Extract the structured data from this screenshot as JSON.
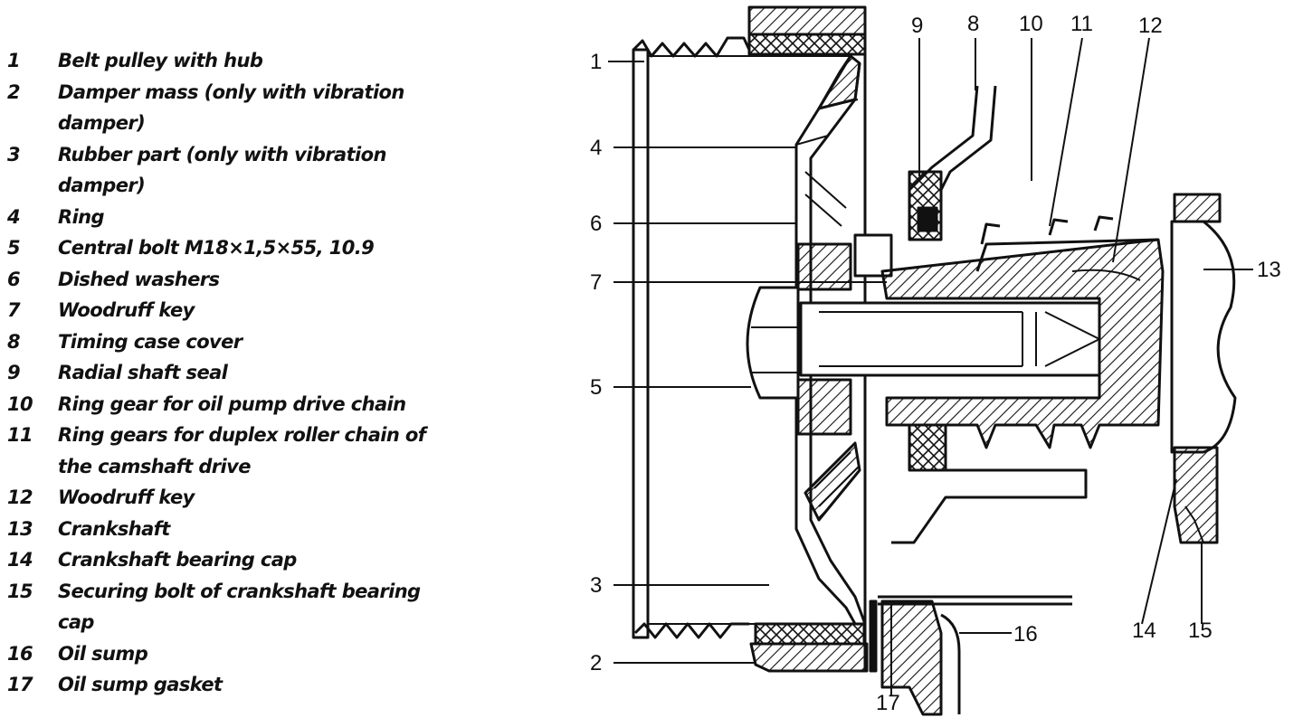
{
  "legend": [
    {
      "num": "1",
      "lines": [
        "Belt pulley with hub"
      ]
    },
    {
      "num": "2",
      "lines": [
        "Damper mass (only with vibration",
        "damper)"
      ]
    },
    {
      "num": "3",
      "lines": [
        "Rubber part (only with vibration",
        "damper)"
      ]
    },
    {
      "num": "4",
      "lines": [
        "Ring"
      ]
    },
    {
      "num": "5",
      "lines": [
        "Central bolt M18×1,5×55, 10.9"
      ]
    },
    {
      "num": "6",
      "lines": [
        "Dished washers"
      ]
    },
    {
      "num": "7",
      "lines": [
        "Woodruff key"
      ]
    },
    {
      "num": "8",
      "lines": [
        "Timing case cover"
      ]
    },
    {
      "num": "9",
      "lines": [
        "Radial shaft seal"
      ]
    },
    {
      "num": "10",
      "lines": [
        "Ring gear for oil pump drive chain"
      ]
    },
    {
      "num": "11",
      "lines": [
        "Ring gears for duplex roller chain of",
        "the camshaft drive"
      ]
    },
    {
      "num": "12",
      "lines": [
        "Woodruff key"
      ]
    },
    {
      "num": "13",
      "lines": [
        "Crankshaft"
      ]
    },
    {
      "num": "14",
      "lines": [
        "Crankshaft bearing cap"
      ]
    },
    {
      "num": "15",
      "lines": [
        "Securing bolt of crankshaft bearing",
        "cap"
      ]
    },
    {
      "num": "16",
      "lines": [
        "Oil sump"
      ]
    },
    {
      "num": "17",
      "lines": [
        "Oil sump gasket"
      ]
    }
  ],
  "callouts": {
    "c1": "1",
    "c2": "2",
    "c3": "3",
    "c4": "4",
    "c5": "5",
    "c6": "6",
    "c7": "7",
    "c8": "8",
    "c9": "9",
    "c10": "10",
    "c11": "11",
    "c12": "12",
    "c13": "13",
    "c14": "14",
    "c15": "15",
    "c16": "16",
    "c17": "17"
  }
}
